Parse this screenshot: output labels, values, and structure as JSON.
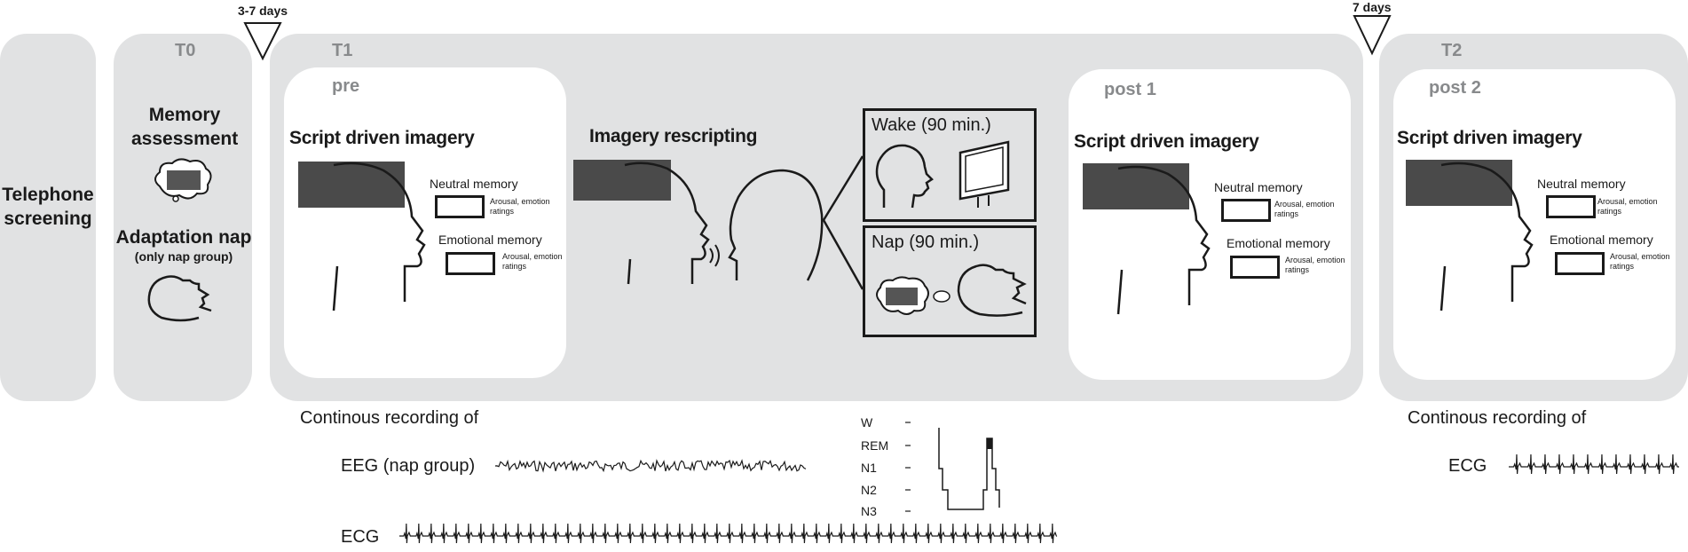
{
  "telephone": {
    "label": "Telephone screening"
  },
  "t0": {
    "label": "T0",
    "memory_assessment": "Memory assessment",
    "adaptation_nap": "Adaptation nap",
    "nap_note": "(only nap group)"
  },
  "interval1": "3-7 days",
  "interval2": "7 days",
  "t1": {
    "label": "T1",
    "pre": {
      "label": "pre",
      "title": "Script driven imagery",
      "neutral": "Neutral memory",
      "emotional": "Emotional memory",
      "ratings": "Arousal, emotion ratings"
    },
    "rescripting": "Imagery rescripting",
    "wake": "Wake (90 min.)",
    "nap": "Nap (90 min.)",
    "post1": {
      "label": "post 1",
      "title": "Script driven imagery",
      "neutral": "Neutral memory",
      "emotional": "Emotional memory",
      "ratings": "Arousal, emotion ratings"
    }
  },
  "t2": {
    "label": "T2",
    "post2": {
      "label": "post 2",
      "title": "Script driven imagery",
      "neutral": "Neutral memory",
      "emotional": "Emotional memory",
      "ratings": "Arousal, emotion ratings"
    }
  },
  "recording": {
    "left_title": "Continous recording of",
    "eeg": "EEG (nap group)",
    "ecg": "ECG",
    "right_title": "Continous recording of",
    "right_ecg": "ECG"
  },
  "hypnogram": {
    "stages": [
      "W",
      "REM",
      "N1",
      "N2",
      "N3"
    ]
  },
  "colors": {
    "panel": "#e1e2e3",
    "label_gray": "#888a8c",
    "ink": "#1a1a1a"
  }
}
